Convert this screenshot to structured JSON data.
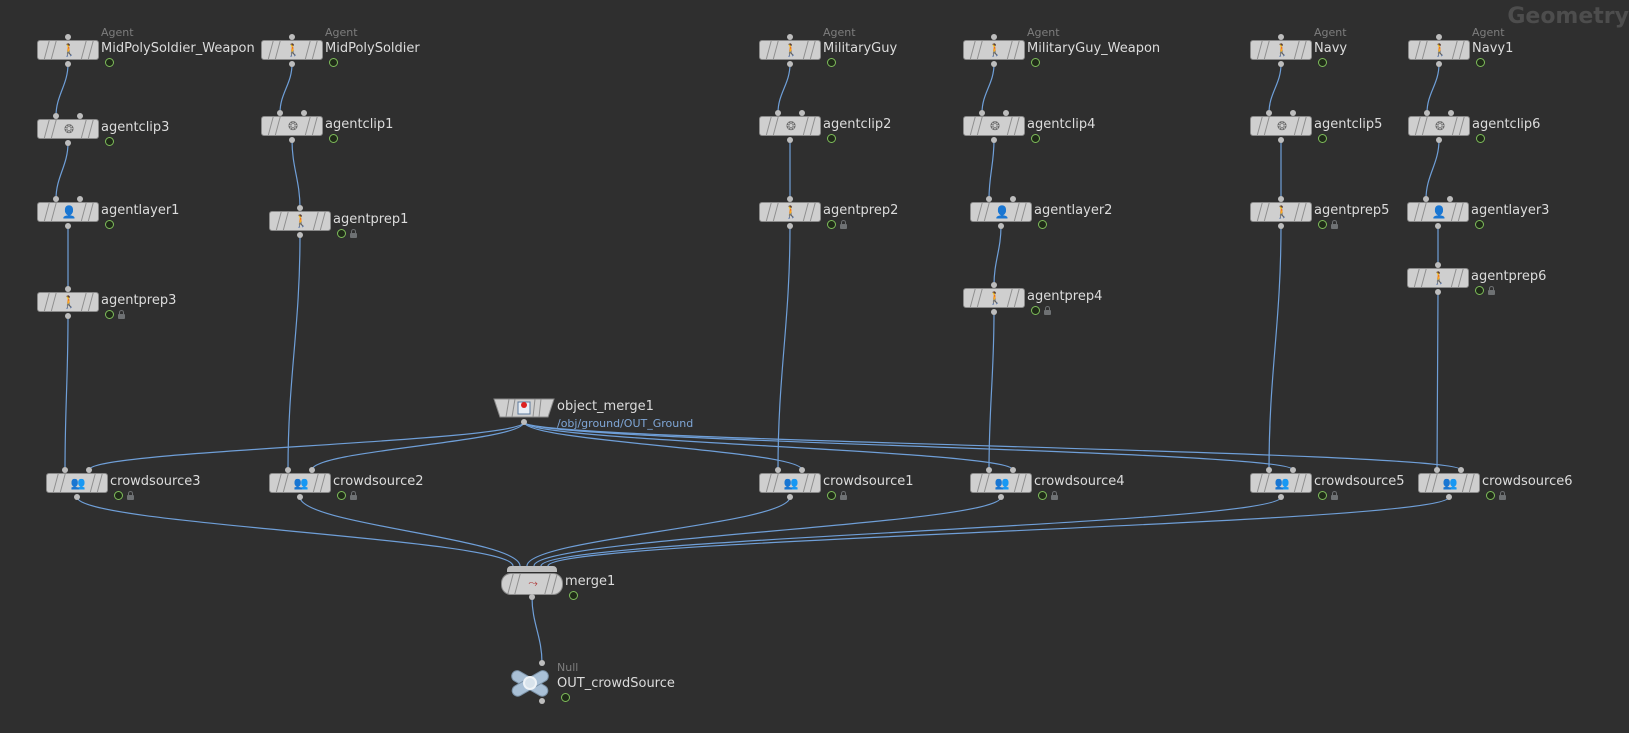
{
  "context_title": "Geometry",
  "colors": {
    "background": "#2f2f2f",
    "wire": "#6f9fd8",
    "wire_dim": "#6b6b6b",
    "node_body": "#cfcfcf",
    "display_flag": "#7ebd5a",
    "agent_icon": "#3d6fb5",
    "path_text": "#7fa6d6"
  },
  "nodes": [
    {
      "id": "MidPolySoldier_Weapon",
      "type_label": "Agent",
      "name": "MidPolySoldier_Weapon",
      "icon": "agent-figure-icon",
      "inputs": 1,
      "locked": false
    },
    {
      "id": "MidPolySoldier",
      "type_label": "Agent",
      "name": "MidPolySoldier",
      "icon": "agent-figure-icon",
      "inputs": 1,
      "locked": false
    },
    {
      "id": "MilitaryGuy",
      "type_label": "Agent",
      "name": "MilitaryGuy",
      "icon": "agent-figure-icon",
      "inputs": 1,
      "locked": false
    },
    {
      "id": "MilitaryGuy_Weapon",
      "type_label": "Agent",
      "name": "MilitaryGuy_Weapon",
      "icon": "agent-figure-icon",
      "inputs": 1,
      "locked": false
    },
    {
      "id": "Navy",
      "type_label": "Agent",
      "name": "Navy",
      "icon": "agent-figure-icon",
      "inputs": 1,
      "locked": false
    },
    {
      "id": "Navy1",
      "type_label": "Agent",
      "name": "Navy1",
      "icon": "agent-figure-icon",
      "inputs": 1,
      "locked": false
    },
    {
      "id": "agentclip3",
      "name": "agentclip3",
      "icon": "film-clip-icon",
      "inputs": 2,
      "locked": false
    },
    {
      "id": "agentclip1",
      "name": "agentclip1",
      "icon": "film-clip-icon",
      "inputs": 2,
      "locked": false
    },
    {
      "id": "agentclip2",
      "name": "agentclip2",
      "icon": "film-clip-icon",
      "inputs": 2,
      "locked": false
    },
    {
      "id": "agentclip4",
      "name": "agentclip4",
      "icon": "film-clip-icon",
      "inputs": 2,
      "locked": false
    },
    {
      "id": "agentclip5",
      "name": "agentclip5",
      "icon": "film-clip-icon",
      "inputs": 2,
      "locked": false
    },
    {
      "id": "agentclip6",
      "name": "agentclip6",
      "icon": "film-clip-icon",
      "inputs": 2,
      "locked": false
    },
    {
      "id": "agentlayer1",
      "name": "agentlayer1",
      "icon": "agent-layer-icon",
      "inputs": 2,
      "locked": false
    },
    {
      "id": "agentprep1",
      "name": "agentprep1",
      "icon": "agent-figure-icon",
      "inputs": 1,
      "locked": true
    },
    {
      "id": "agentprep2",
      "name": "agentprep2",
      "icon": "agent-figure-icon",
      "inputs": 1,
      "locked": true
    },
    {
      "id": "agentlayer2",
      "name": "agentlayer2",
      "icon": "agent-layer-icon",
      "inputs": 2,
      "locked": false
    },
    {
      "id": "agentprep5",
      "name": "agentprep5",
      "icon": "agent-figure-icon",
      "inputs": 1,
      "locked": true
    },
    {
      "id": "agentlayer3",
      "name": "agentlayer3",
      "icon": "agent-layer-icon",
      "inputs": 2,
      "locked": false
    },
    {
      "id": "agentprep3",
      "name": "agentprep3",
      "icon": "agent-figure-icon",
      "inputs": 1,
      "locked": true
    },
    {
      "id": "agentprep4",
      "name": "agentprep4",
      "icon": "agent-figure-icon",
      "inputs": 1,
      "locked": true
    },
    {
      "id": "agentprep6",
      "name": "agentprep6",
      "icon": "agent-figure-icon",
      "inputs": 1,
      "locked": true
    },
    {
      "id": "object_merge1",
      "name": "object_merge1",
      "path": "/obj/ground/OUT_Ground",
      "icon": "object-merge-icon",
      "inputs": 0,
      "locked": false
    },
    {
      "id": "crowdsource3",
      "name": "crowdsource3",
      "icon": "crowd-source-icon",
      "inputs": 2,
      "locked": true
    },
    {
      "id": "crowdsource2",
      "name": "crowdsource2",
      "icon": "crowd-source-icon",
      "inputs": 2,
      "locked": true
    },
    {
      "id": "crowdsource1",
      "name": "crowdsource1",
      "icon": "crowd-source-icon",
      "inputs": 2,
      "locked": true
    },
    {
      "id": "crowdsource4",
      "name": "crowdsource4",
      "icon": "crowd-source-icon",
      "inputs": 2,
      "locked": true
    },
    {
      "id": "crowdsource5",
      "name": "crowdsource5",
      "icon": "crowd-source-icon",
      "inputs": 2,
      "locked": true
    },
    {
      "id": "crowdsource6",
      "name": "crowdsource6",
      "icon": "crowd-source-icon",
      "inputs": 2,
      "locked": true
    },
    {
      "id": "merge1",
      "name": "merge1",
      "icon": "merge-icon",
      "inputs": 6,
      "locked": false
    },
    {
      "id": "OUT_crowdSource",
      "type_label": "Null",
      "name": "OUT_crowdSource",
      "icon": "null-x-icon",
      "inputs": 1,
      "locked": false
    }
  ],
  "connections": [
    [
      "MidPolySoldier_Weapon",
      "agentclip3"
    ],
    [
      "agentclip3",
      "agentlayer1"
    ],
    [
      "agentlayer1",
      "agentprep3"
    ],
    [
      "agentprep3",
      "crowdsource3"
    ],
    [
      "MidPolySoldier",
      "agentclip1"
    ],
    [
      "agentclip1",
      "agentprep1"
    ],
    [
      "agentprep1",
      "crowdsource2"
    ],
    [
      "MilitaryGuy",
      "agentclip2"
    ],
    [
      "agentclip2",
      "agentprep2"
    ],
    [
      "agentprep2",
      "crowdsource1"
    ],
    [
      "MilitaryGuy_Weapon",
      "agentclip4"
    ],
    [
      "agentclip4",
      "agentlayer2"
    ],
    [
      "agentlayer2",
      "agentprep4"
    ],
    [
      "agentprep4",
      "crowdsource4"
    ],
    [
      "Navy",
      "agentclip5"
    ],
    [
      "agentclip5",
      "agentprep5"
    ],
    [
      "agentprep5",
      "crowdsource5"
    ],
    [
      "Navy1",
      "agentclip6"
    ],
    [
      "agentclip6",
      "agentlayer3"
    ],
    [
      "agentlayer3",
      "agentprep6"
    ],
    [
      "agentprep6",
      "crowdsource6"
    ],
    [
      "object_merge1",
      "crowdsource3"
    ],
    [
      "object_merge1",
      "crowdsource2"
    ],
    [
      "object_merge1",
      "crowdsource1"
    ],
    [
      "object_merge1",
      "crowdsource4"
    ],
    [
      "object_merge1",
      "crowdsource5"
    ],
    [
      "object_merge1",
      "crowdsource6"
    ],
    [
      "crowdsource3",
      "merge1"
    ],
    [
      "crowdsource2",
      "merge1"
    ],
    [
      "crowdsource1",
      "merge1"
    ],
    [
      "crowdsource4",
      "merge1"
    ],
    [
      "crowdsource5",
      "merge1"
    ],
    [
      "crowdsource6",
      "merge1"
    ],
    [
      "merge1",
      "OUT_crowdSource"
    ]
  ]
}
